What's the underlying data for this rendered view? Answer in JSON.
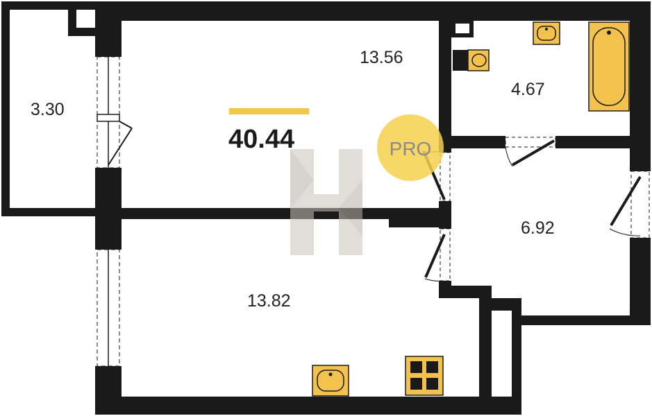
{
  "floor_plan": {
    "total_area": "40.44",
    "rooms": [
      {
        "id": "balcony",
        "area": "3.30"
      },
      {
        "id": "room-upper",
        "area": "13.56"
      },
      {
        "id": "bathroom",
        "area": "4.67"
      },
      {
        "id": "hallway",
        "area": "6.92"
      },
      {
        "id": "room-lower",
        "area": "13.82"
      }
    ],
    "badge": "PRO"
  },
  "colors": {
    "wall": "#1a1a1a",
    "fixture_fill": "#f2c14e",
    "accent_bar": "#f2c84b",
    "badge_fill": "#f6d04d",
    "watermark": "#c9c4bd"
  },
  "icons": [
    "sink-icon",
    "toilet-icon",
    "bathtub-icon",
    "stove-icon",
    "door-swing-icon",
    "window-icon",
    "watermark-logo"
  ]
}
